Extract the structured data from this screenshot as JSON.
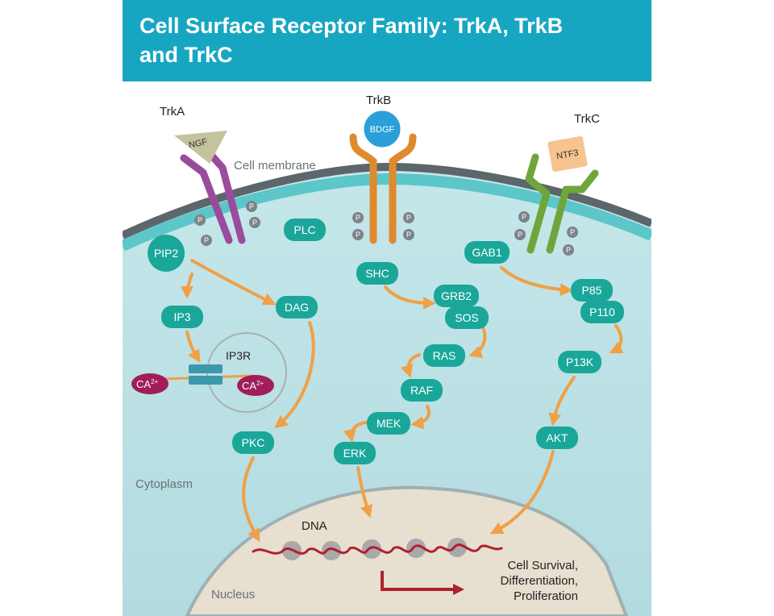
{
  "header": {
    "title_line1": "Cell Surface Receptor Family: TrkA, TrkB",
    "title_line2": "and TrkC"
  },
  "receptors": {
    "trka": "TrkA",
    "trkb": "TrkB",
    "trkc": "TrkC"
  },
  "ligands": {
    "ngf": "NGF",
    "bdgf": "BDGF",
    "ntf3": "NTF3"
  },
  "regions": {
    "membrane": "Cell membrane",
    "cytoplasm": "Cytoplasm",
    "nucleus": "Nucleus",
    "dna": "DNA"
  },
  "phospho_label": "P",
  "calcium": {
    "base": "CA",
    "charge": "2+"
  },
  "nodes": {
    "plc": "PLC",
    "pip2": "PIP2",
    "ip3": "IP3",
    "dag": "DAG",
    "ip3r": "IP3R",
    "pkc": "PKC",
    "shc": "SHC",
    "grb2": "GRB2",
    "sos": "SOS",
    "ras": "RAS",
    "raf": "RAF",
    "mek": "MEK",
    "erk": "ERK",
    "gab1": "GAB1",
    "p85": "P85",
    "p110": "P110",
    "p13k": "P13K",
    "akt": "AKT"
  },
  "outcome": {
    "line1": "Cell Survival,",
    "line2": "Differentiation,",
    "line3": "Proliferation"
  },
  "colors": {
    "header": "#17a6c2",
    "node": "#1aa79a",
    "arrow": "#f0a046",
    "trka": "#9b4b9b",
    "trkb": "#e08a2e",
    "trkc": "#6fa63b",
    "calcium": "#a01e5a",
    "dna": "#b0202e"
  }
}
